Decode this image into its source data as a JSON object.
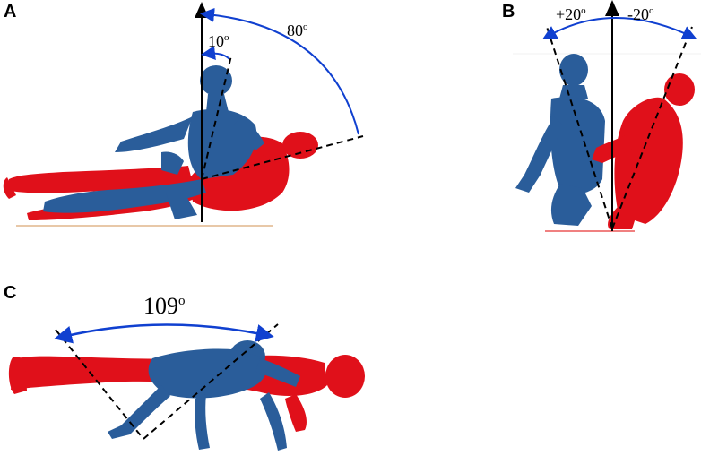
{
  "panels": {
    "a": {
      "label": "A",
      "angle_small": "10",
      "angle_large": "80",
      "degree_mark": "o"
    },
    "b": {
      "label": "B",
      "angle_left": "+20",
      "angle_right": "-20",
      "degree_mark": "o"
    },
    "c": {
      "label": "C",
      "angle": "109",
      "degree_mark": "o"
    }
  },
  "colors": {
    "blue_figure": "#2a5d9a",
    "red_figure": "#e0101a",
    "arrow_blue": "#1040d0",
    "ground": "#e8c8a8"
  }
}
